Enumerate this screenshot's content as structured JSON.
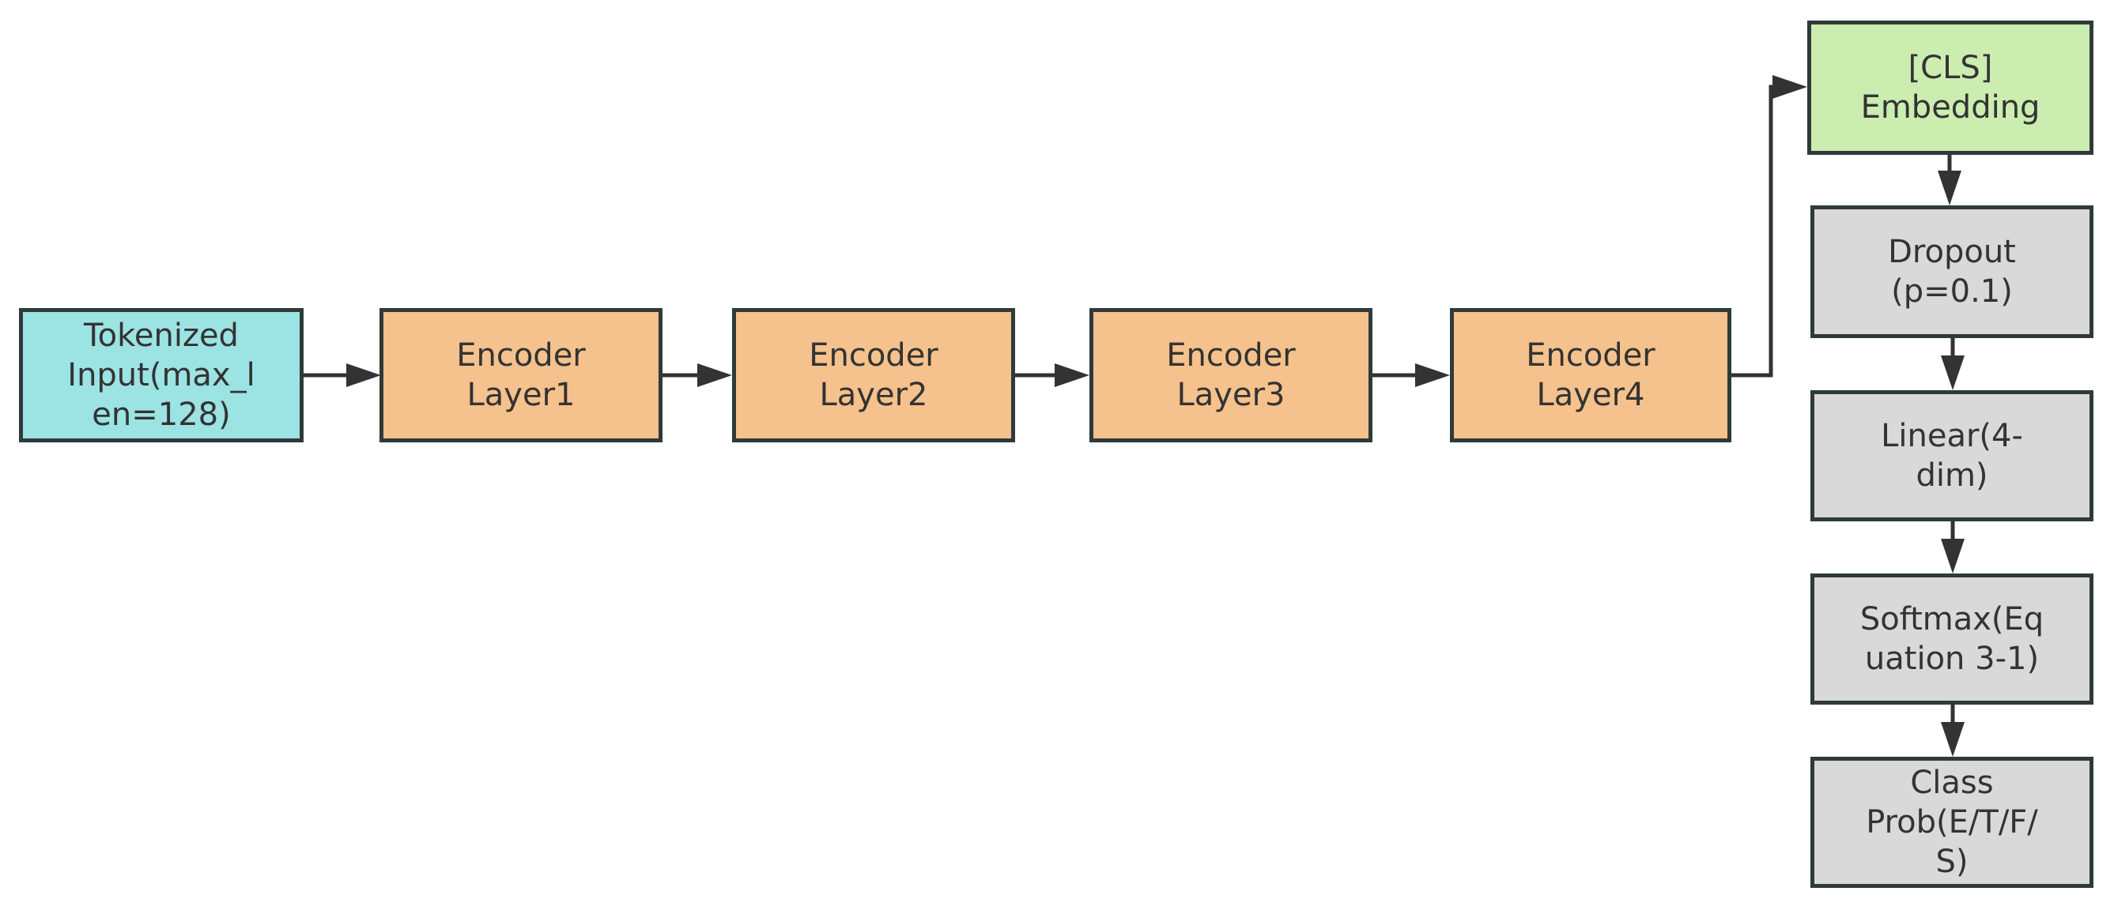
{
  "colors": {
    "input_fill": "#9ce3e3",
    "encoder_fill": "#f5c18c",
    "cls_fill": "#cbedb0",
    "head_fill": "#d9d9d9",
    "border": "#2f3a3a",
    "arrow": "#333333",
    "text": "#333333"
  },
  "nodes": {
    "input": {
      "label": "Tokenized\nInput(max_l\nen=128)"
    },
    "encoder1": {
      "label": "Encoder\nLayer1"
    },
    "encoder2": {
      "label": "Encoder\nLayer2"
    },
    "encoder3": {
      "label": "Encoder\nLayer3"
    },
    "encoder4": {
      "label": "Encoder\nLayer4"
    },
    "cls": {
      "label": "[CLS]\nEmbedding"
    },
    "dropout": {
      "label": "Dropout\n(p=0.1)"
    },
    "linear": {
      "label": "Linear(4-\ndim)"
    },
    "softmax": {
      "label": "Softmax(Eq\nuation 3-1)"
    },
    "class_prob": {
      "label": "Class\nProb(E/T/F/\nS)"
    }
  },
  "edges": [
    {
      "from": "input",
      "to": "encoder1"
    },
    {
      "from": "encoder1",
      "to": "encoder2"
    },
    {
      "from": "encoder2",
      "to": "encoder3"
    },
    {
      "from": "encoder3",
      "to": "encoder4"
    },
    {
      "from": "encoder4",
      "to": "cls"
    },
    {
      "from": "cls",
      "to": "dropout"
    },
    {
      "from": "dropout",
      "to": "linear"
    },
    {
      "from": "linear",
      "to": "softmax"
    },
    {
      "from": "softmax",
      "to": "class_prob"
    }
  ]
}
